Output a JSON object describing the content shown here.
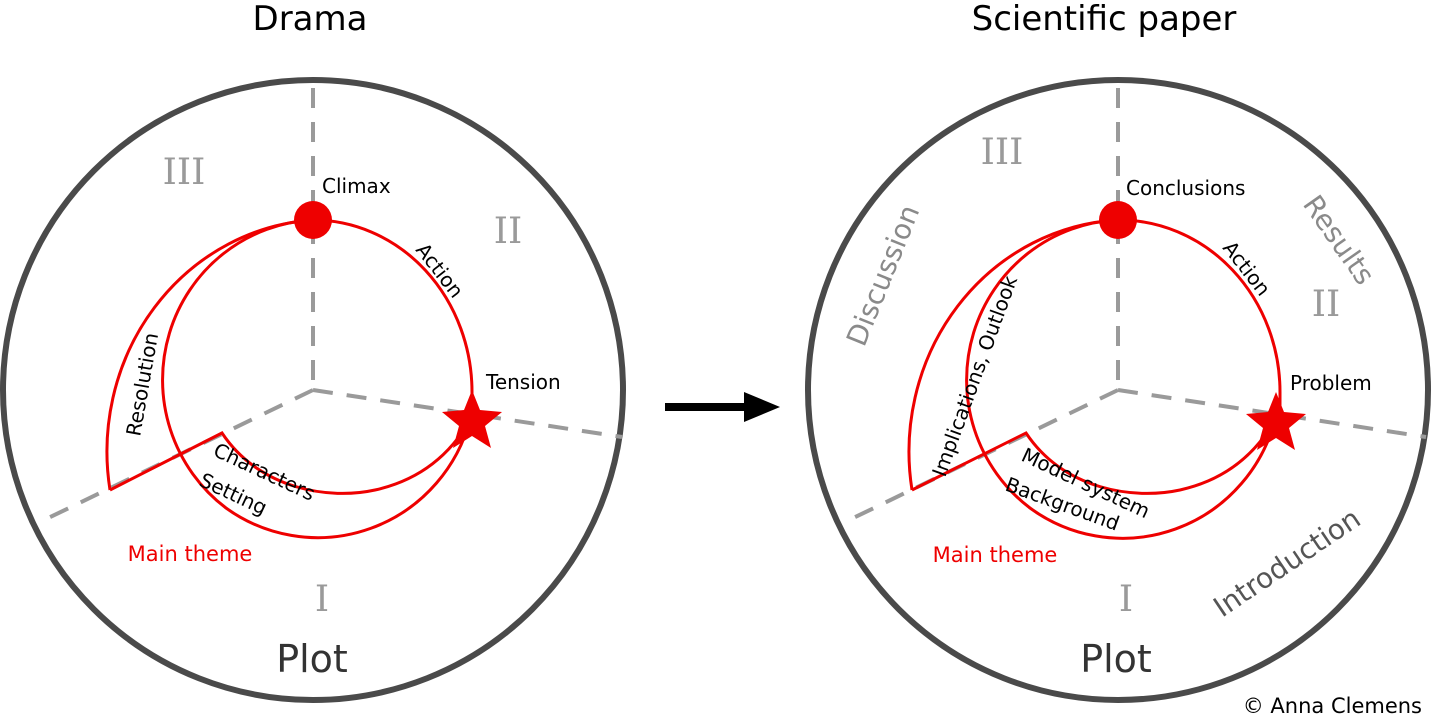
{
  "drama": {
    "title": "Drama",
    "plot": "Plot",
    "roman_1": "I",
    "roman_2": "II",
    "roman_3": "III",
    "climax": "Climax",
    "action": "Action",
    "tension": "Tension",
    "resolution": "Resolution",
    "characters": "Characters",
    "setting": "Setting",
    "main_theme": "Main theme"
  },
  "paper": {
    "title": "Scientific paper",
    "plot": "Plot",
    "roman_1": "I",
    "roman_2": "II",
    "roman_3": "III",
    "conclusions": "Conclusions",
    "action": "Action",
    "problem": "Problem",
    "implications": "Implications, Outlook",
    "model_system": "Model system",
    "background": "Background",
    "main_theme": "Main theme",
    "discussion": "Discussion",
    "results": "Results",
    "introduction": "Introduction"
  },
  "copyright": "© Anna Clemens",
  "colors": {
    "accent": "#ee0000",
    "ring": "#4a4a4a",
    "axis": "#9a9a9a"
  }
}
